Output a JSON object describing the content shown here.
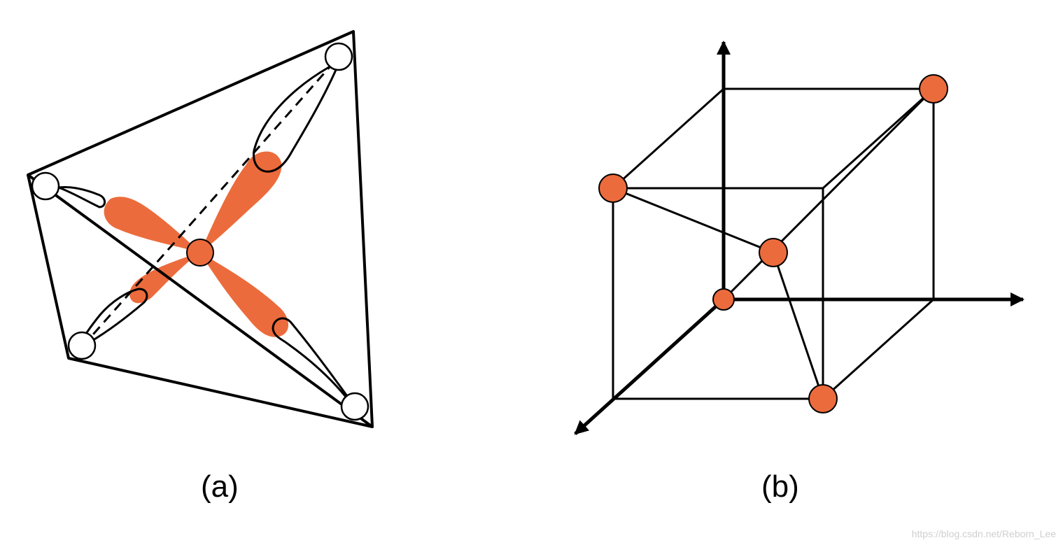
{
  "colors": {
    "orbital": "#ec6b3c",
    "stroke": "#000000",
    "background": "#ffffff",
    "hollow_atom": "#ffffff"
  },
  "panel_a": {
    "caption": "(a)"
  },
  "panel_b": {
    "caption": "(b)"
  },
  "watermark": "https://blog.csdn.net/Reborn_Lee"
}
